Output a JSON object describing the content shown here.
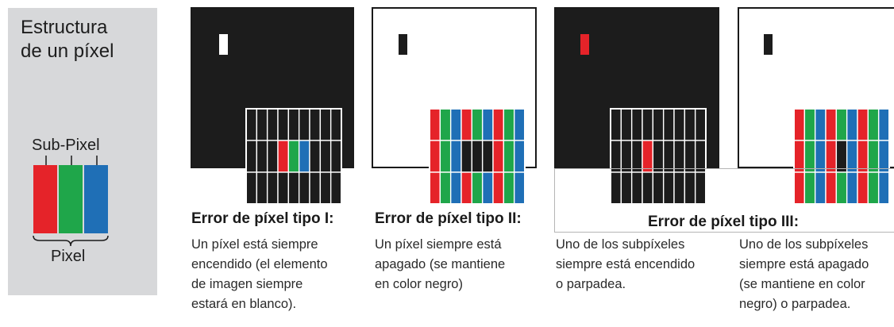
{
  "structure": {
    "title_line1": "Estructura",
    "title_line2": "de un píxel",
    "subpixel_label": "Sub-Pixel",
    "pixel_label": "Pixel"
  },
  "colors": {
    "red": "#e52329",
    "green": "#1fa64a",
    "blue": "#1f6fb6",
    "black": "#1c1c1c",
    "panel_gray": "#d7d8da"
  },
  "panels": [
    {
      "heading": "Error de píxel tipo I:",
      "description": [
        "Un píxel está siempre",
        "encendido (el elemento",
        "de imagen siempre",
        "estará en blanco)."
      ]
    },
    {
      "heading": "Error de píxel tipo II:",
      "description": [
        "Un píxel siempre está",
        "apagado (se mantiene",
        "en color negro)"
      ]
    },
    {
      "heading": "Error de píxel tipo III:",
      "description_a": [
        "Uno de los subpíxeles",
        "siempre está encendido",
        "o parpadea."
      ],
      "description_b": [
        "Uno de los subpíxeles",
        "siempre está apagado",
        "(se mantiene en color",
        "negro) o parpadea."
      ]
    }
  ]
}
